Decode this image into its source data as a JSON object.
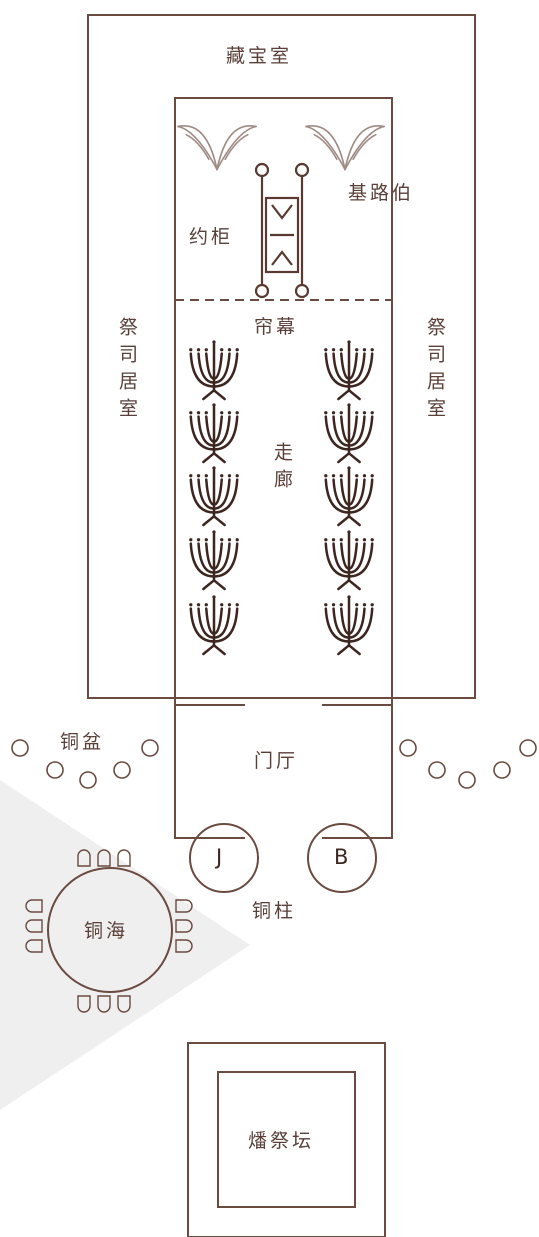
{
  "labels": {
    "treasury": "藏宝室",
    "cherubim": "基路伯",
    "ark": "约柜",
    "veil": "帘幕",
    "priest_left": "祭司居室",
    "priest_right": "祭司居室",
    "corridor": "走廊",
    "laver": "铜盆",
    "vestibule": "门厅",
    "pillar_j": "J",
    "pillar_b": "B",
    "bronze_pillars": "铜柱",
    "bronze_sea": "铜海",
    "altar": "燔祭坛"
  },
  "colors": {
    "ink": "#5a4038",
    "line": "#6b4a40",
    "shading": "#efefef"
  },
  "icons": [
    "cherub-wing-icon",
    "menorah-icon",
    "ark-pole-ring-icon"
  ]
}
